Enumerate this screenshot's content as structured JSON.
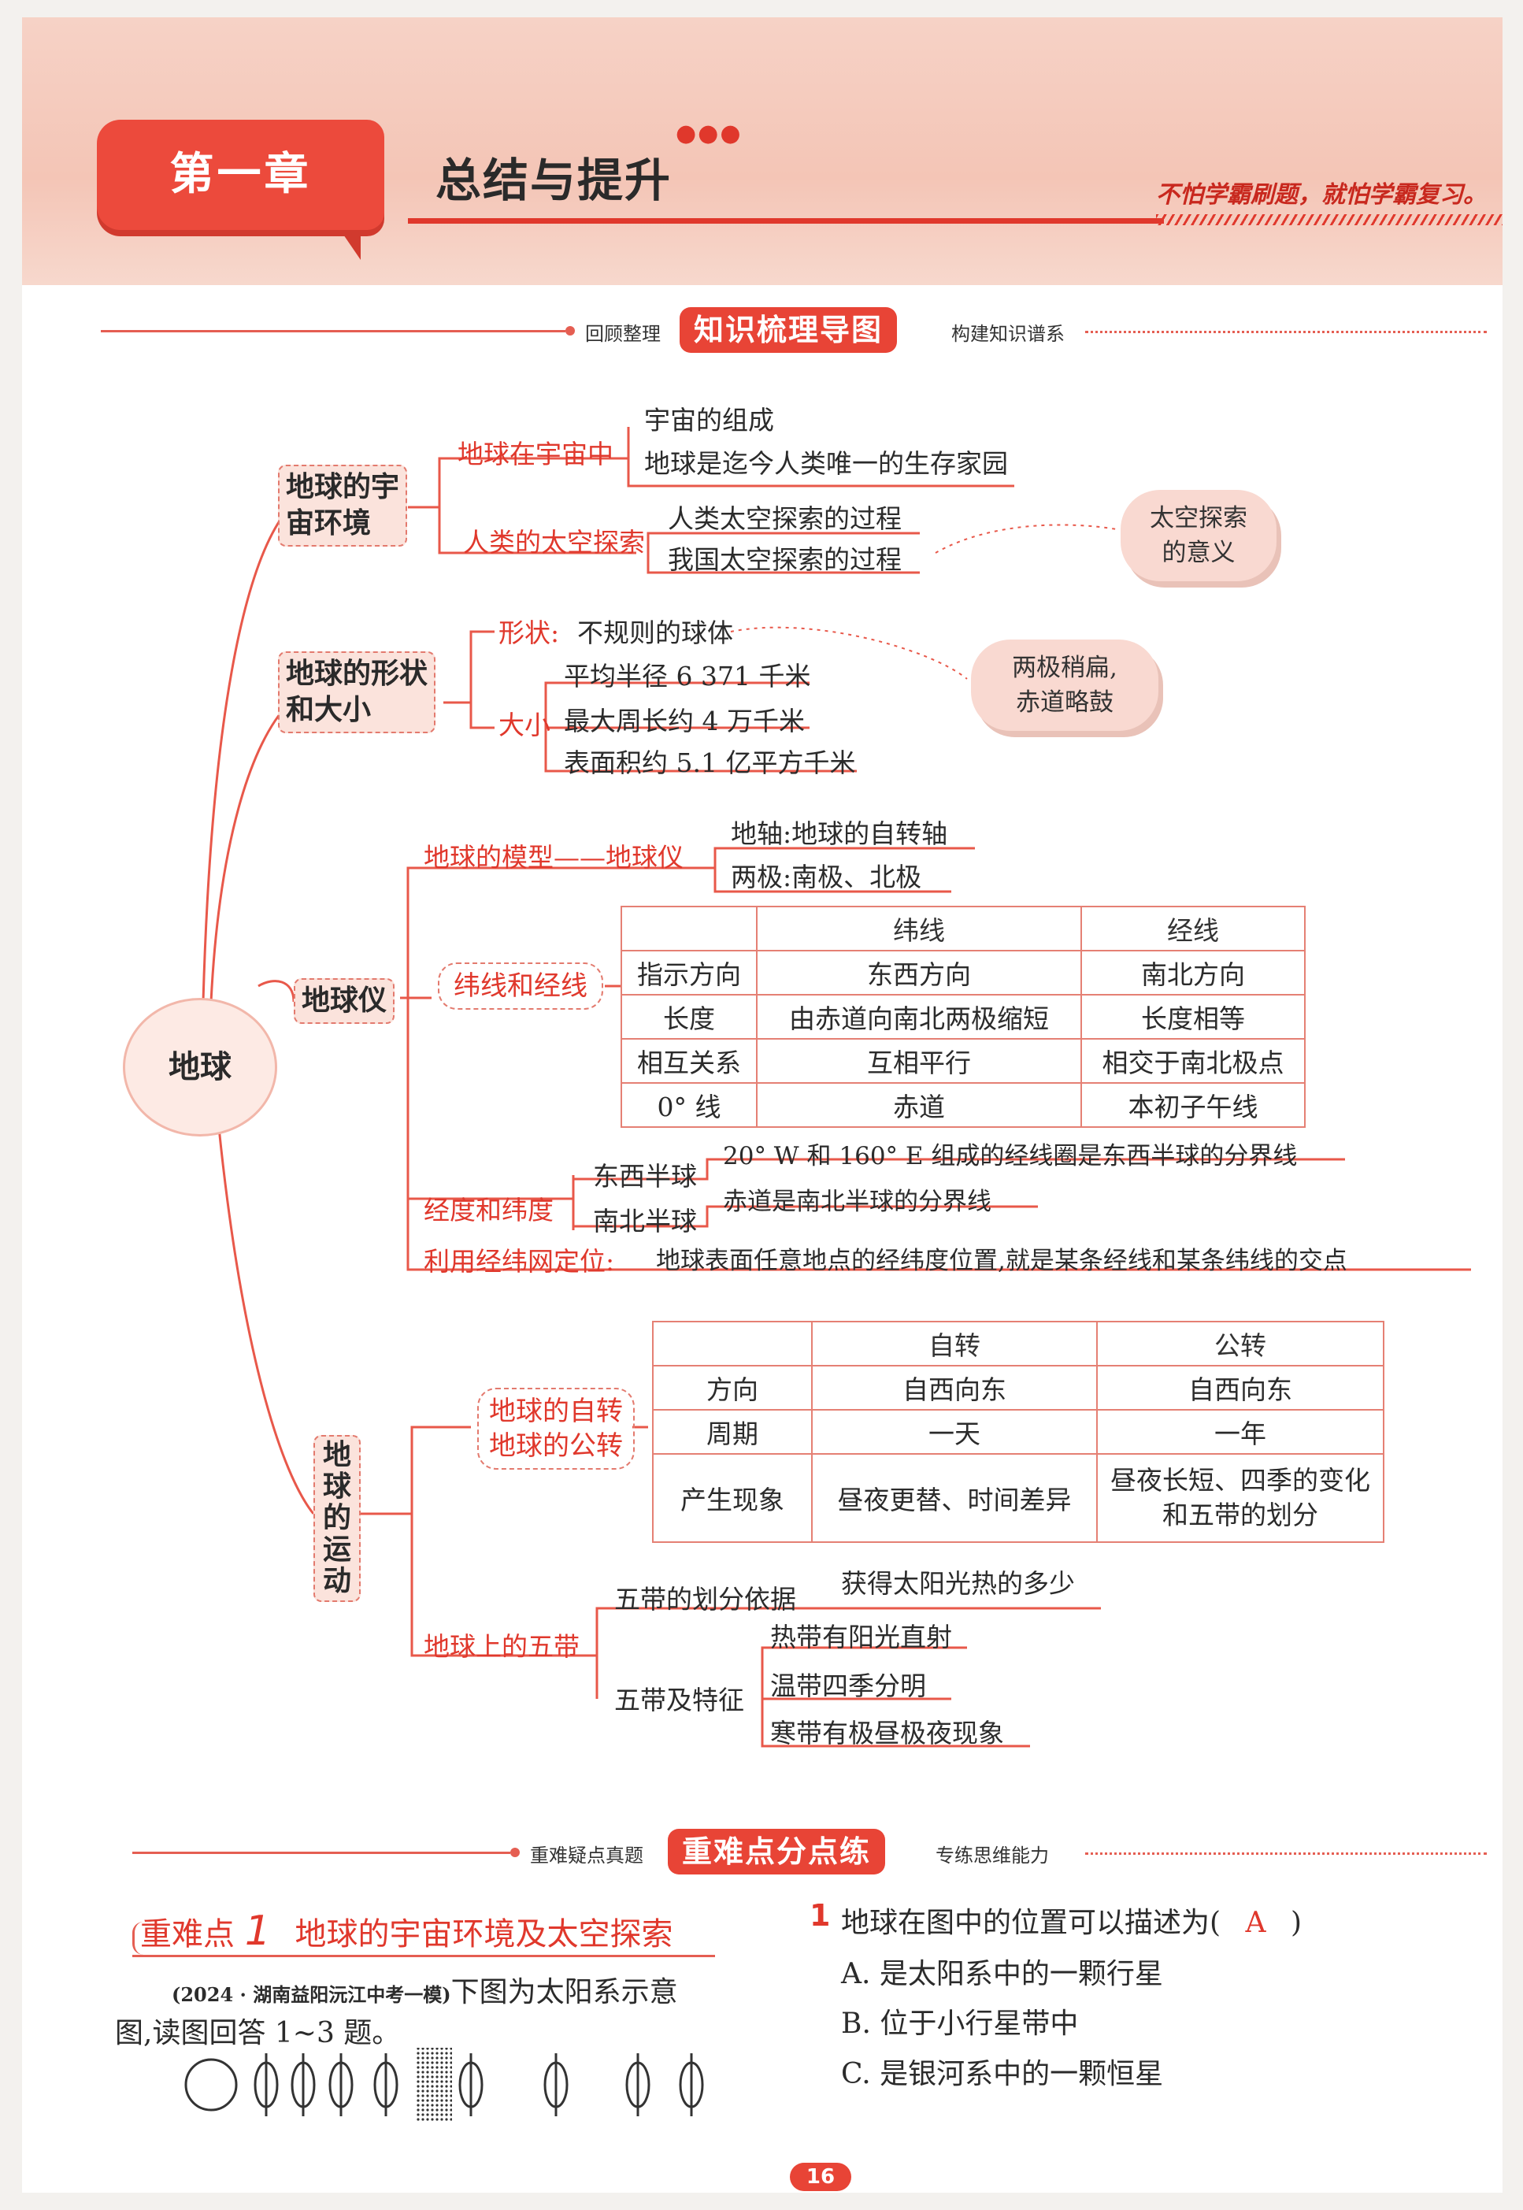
{
  "header": {
    "chapter_label": "第一章",
    "title": "总结与提升",
    "slogan": "不怕学霸刷题，就怕学霸复习。"
  },
  "section1": {
    "left_text": "回顾整理",
    "pill": "知识梳理导图",
    "right_text": "构建知识谱系"
  },
  "mindmap": {
    "root": "地球",
    "cosmic": {
      "node": "地球的宇\n宙环境",
      "branch1": "地球在宇宙中",
      "b1_items": [
        "宇宙的组成",
        "地球是迄今人类唯一的生存家园"
      ],
      "branch2": "人类的太空探索",
      "b2_items": [
        "人类太空探索的过程",
        "我国太空探索的过程"
      ],
      "bubble": "太空探索\n的意义"
    },
    "shape": {
      "node": "地球的形状\n和大小",
      "shape_label": "形状:",
      "shape_value": "不规则的球体",
      "size_label": "大小",
      "size_items": [
        "平均半径 6 371 千米",
        "最大周长约 4 万千米",
        "表面积约 5.1 亿平方千米"
      ],
      "bubble": "两极稍扁,\n赤道略鼓"
    },
    "globe": {
      "node": "地球仪",
      "model_label": "地球的模型——地球仪",
      "model_items": [
        "地轴:地球的自转轴",
        "两极:南极、北极"
      ],
      "latlon_oval": "纬线和经线",
      "table_header": [
        "",
        "纬线",
        "经线"
      ],
      "table_rows": [
        [
          "指示方向",
          "东西方向",
          "南北方向"
        ],
        [
          "长度",
          "由赤道向南北两极缩短",
          "长度相等"
        ],
        [
          "相互关系",
          "互相平行",
          "相交于南北极点"
        ],
        [
          "0° 线",
          "赤道",
          "本初子午线"
        ]
      ],
      "degree_label": "经度和纬度",
      "ew_label": "东西半球",
      "ew_value": "20° W 和 160° E 组成的经线圈是东西半球的分界线",
      "ns_label": "南北半球",
      "ns_value": "赤道是南北半球的分界线",
      "grid_label": "利用经纬网定位:",
      "grid_value": "地球表面任意地点的经纬度位置,就是某条经线和某条纬线的交点"
    },
    "motion": {
      "node": "地\n球\n的\n运\n动",
      "oval": "地球的自转\n地球的公转",
      "table_header": [
        "",
        "自转",
        "公转"
      ],
      "table_rows": [
        [
          "方向",
          "自西向东",
          "自西向东"
        ],
        [
          "周期",
          "一天",
          "一年"
        ],
        [
          "产生现象",
          "昼夜更替、时间差异",
          "昼夜长短、四季的变化\n和五带的划分"
        ]
      ],
      "zones_label": "地球上的五带",
      "basis_label": "五带的划分依据",
      "basis_value": "获得太阳光热的多少",
      "features_label": "五带及特征",
      "features": [
        "热带有阳光直射",
        "温带四季分明",
        "寒带有极昼极夜现象"
      ]
    }
  },
  "section2": {
    "left_text": "重难疑点真题",
    "pill": "重难点分点练",
    "right_text": "专练思维能力"
  },
  "practice": {
    "point_prefix": "重难点",
    "point_num": "1",
    "point_title": "地球的宇宙环境及太空探索",
    "source": "(2024 · 湖南益阳沅江中考一模)",
    "intro_a": "下图为太阳系示意",
    "intro_b": "图,读图回答 1~3 题。",
    "q1_num": "1",
    "q1_text": "地球在图中的位置可以描述为(",
    "q1_answer": "A",
    "q1_close": ")",
    "options": [
      "A. 是太阳系中的一颗行星",
      "B. 位于小行星带中",
      "C. 是银河系中的一颗恒星"
    ]
  },
  "page_number": "16"
}
